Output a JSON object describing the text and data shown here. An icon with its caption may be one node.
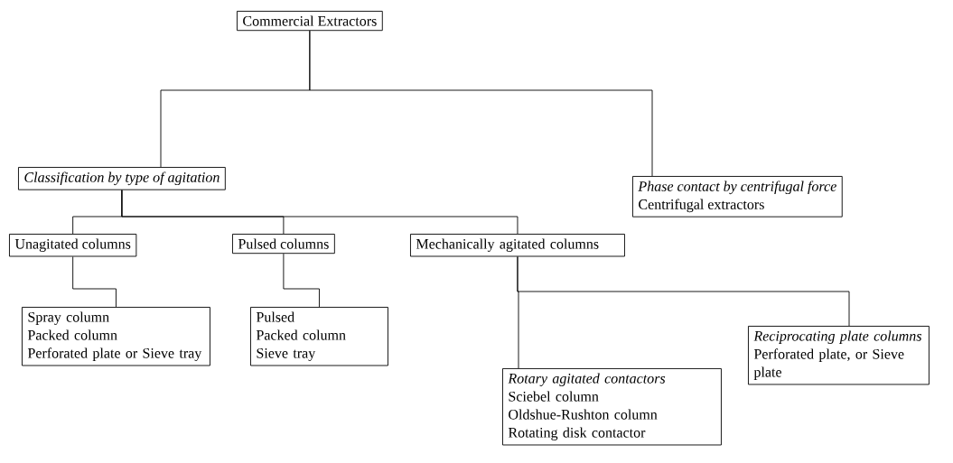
{
  "diagram": {
    "nodes": [
      {
        "text": [
          "Commercial Extractors"
        ]
      },
      {
        "text": [
          "Classification by type of agitation"
        ]
      },
      {
        "text": [
          "*Phase contact by centrifugal force*",
          "Centrifugal extractors"
        ]
      },
      {
        "text": [
          "Unagitated columns"
        ]
      },
      {
        "text": [
          "Pulsed columns"
        ]
      },
      {
        "text": [
          "Mechanically agitated columns"
        ]
      },
      {
        "text": [
          "Spray column",
          "Packed column",
          "Perforated plate or Sieve tray"
        ]
      },
      {
        "text": [
          "Pulsed",
          "Packed column",
          "Sieve tray"
        ]
      },
      {
        "text": [
          "*Rotary agitated contactors*",
          "Sciebel column",
          "Oldshue-Rushton column",
          "Rotating disk contactor"
        ]
      },
      {
        "text": [
          "*Reciprocating plate columns*",
          "Perforated plate, or Sieve plate"
        ]
      }
    ],
    "edges": [
      {
        "from": 0,
        "to": 1,
        "arrow": "none"
      },
      {
        "from": 0,
        "to": 2,
        "arrow": "none"
      },
      {
        "from": 1,
        "to": 3,
        "arrow": "none"
      },
      {
        "from": 1,
        "to": 4,
        "arrow": "none"
      },
      {
        "from": 1,
        "to": 5,
        "arrow": "none"
      },
      {
        "from": 3,
        "to": 6,
        "arrow": "none"
      },
      {
        "from": 4,
        "to": 7,
        "arrow": "none"
      },
      {
        "from": 5,
        "to": 8,
        "arrow": "none"
      },
      {
        "from": 5,
        "to": 9,
        "arrow": "none"
      }
    ]
  }
}
